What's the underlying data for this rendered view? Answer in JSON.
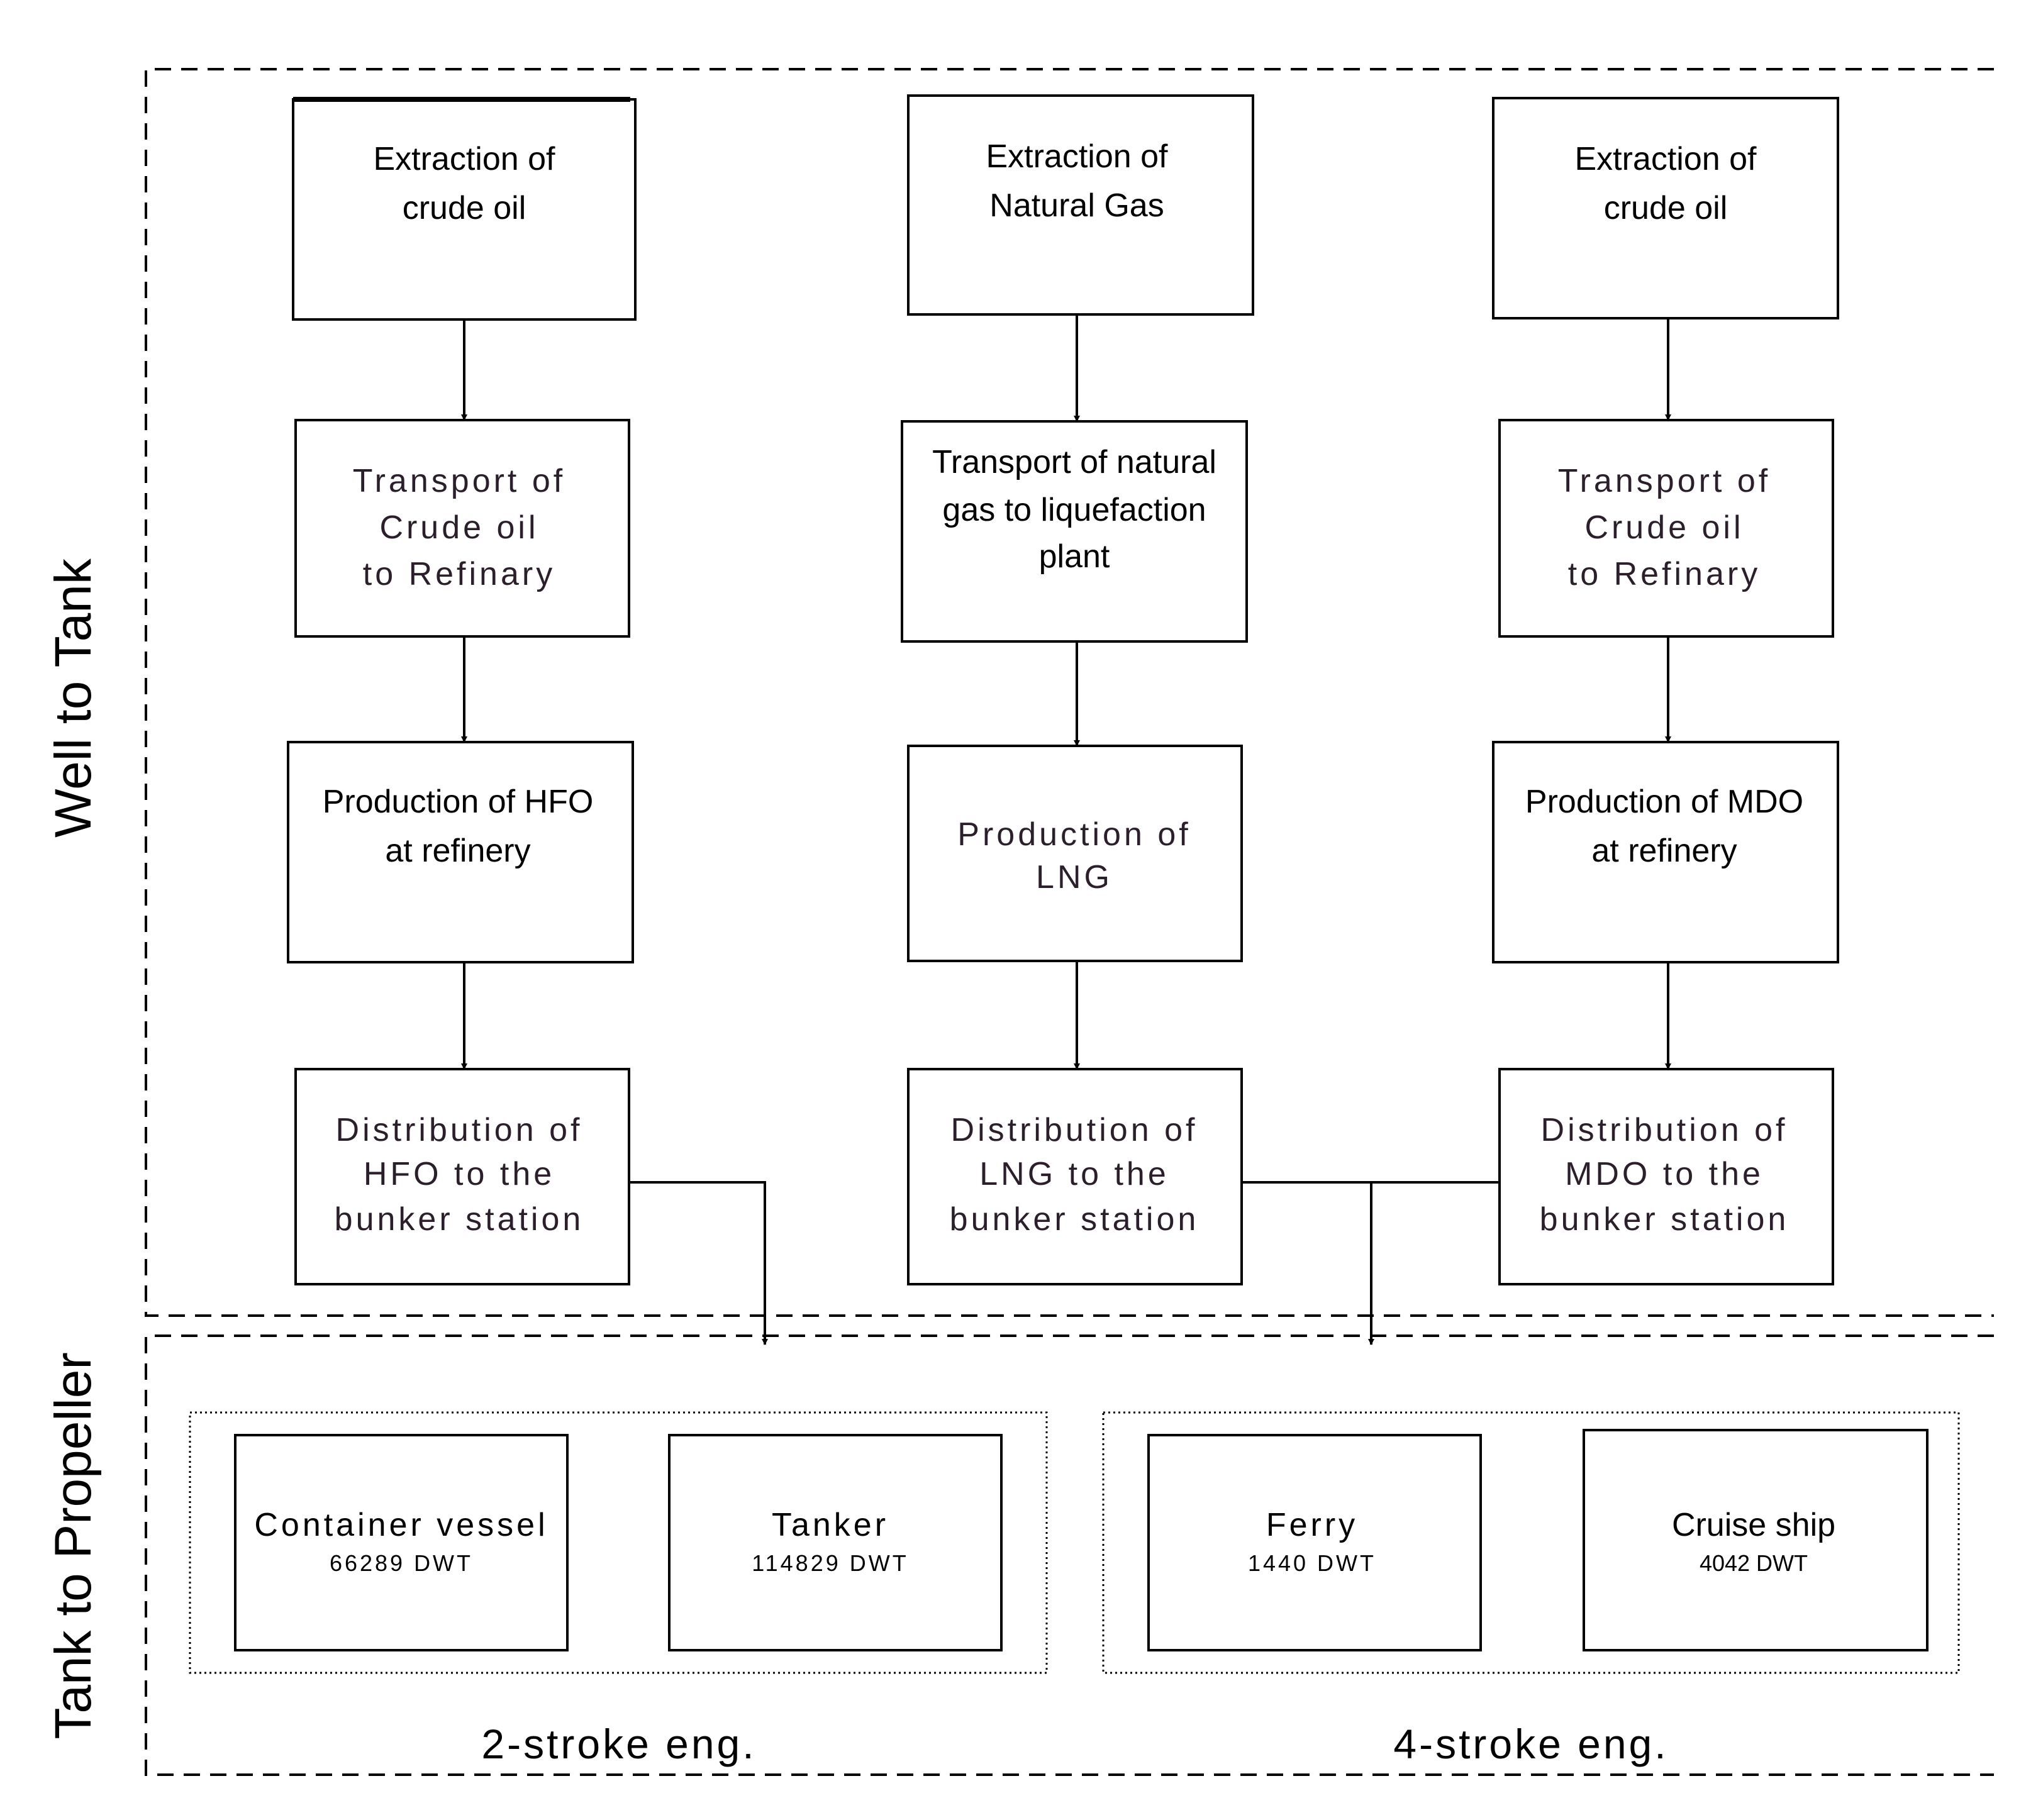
{
  "sections": {
    "well_to_tank": "Well to Tank",
    "tank_to_propeller": "Tank to Propeller"
  },
  "chains": {
    "hfo": {
      "extraction": [
        "Extraction of",
        "crude oil"
      ],
      "transport": [
        "Transport of",
        "Crude oil",
        "to Refinary"
      ],
      "production": [
        "Production of HFO",
        "at refinery"
      ],
      "distribution": [
        "Distribution of",
        "HFO to the",
        "bunker station"
      ]
    },
    "lng": {
      "extraction": [
        "Extraction of",
        "Natural Gas"
      ],
      "transport": [
        "Transport of natural",
        "gas to liquefaction",
        "plant"
      ],
      "production": [
        "Production of",
        "LNG"
      ],
      "distribution": [
        "Distribution of",
        "LNG to the",
        "bunker station"
      ]
    },
    "mdo": {
      "extraction": [
        "Extraction of",
        "crude oil"
      ],
      "transport": [
        "Transport of",
        "Crude oil",
        "to Refinary"
      ],
      "production": [
        "Production of MDO",
        "at refinery"
      ],
      "distribution": [
        "Distribution of",
        "MDO to the",
        "bunker station"
      ]
    }
  },
  "vessels": {
    "container": {
      "name": "Container vessel",
      "dwt": "66289 DWT"
    },
    "tanker": {
      "name": "Tanker",
      "dwt": "114829 DWT"
    },
    "ferry": {
      "name": "Ferry",
      "dwt": "1440 DWT"
    },
    "cruise": {
      "name": "Cruise ship",
      "dwt": "4042 DWT"
    }
  },
  "engine_groups": {
    "two_stroke": "2-stroke eng.",
    "four_stroke": "4-stroke eng."
  }
}
